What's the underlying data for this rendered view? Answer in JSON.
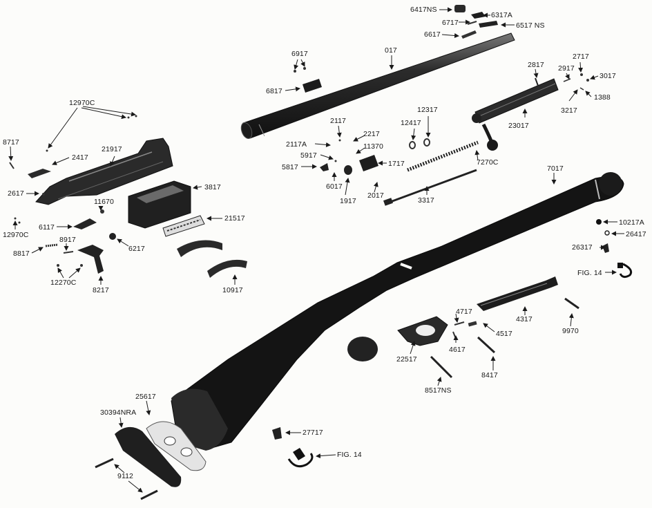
{
  "diagram": {
    "part_labels": {
      "p6417NS": "6417NS",
      "p6317A": "6317A",
      "p6717": "6717",
      "p6517NS": "6517 NS",
      "p6617": "6617",
      "p017": "017",
      "p6917": "6917",
      "p6817": "6817",
      "p2817": "2817",
      "p2717": "2717",
      "p2917": "2917",
      "p3017": "3017",
      "p1388": "1388",
      "p3217": "3217",
      "p23017": "23017",
      "p12970C_top": "12970C",
      "p8717": "8717",
      "p2417": "2417",
      "p21917": "21917",
      "p2617": "2617",
      "p11670": "11670",
      "p3817": "3817",
      "p12970C_left": "12970C",
      "p6117": "6117",
      "p21517": "21517",
      "p8917": "8917",
      "p8817": "8817",
      "p6217": "6217",
      "p12270C": "12270C",
      "p8217": "8217",
      "p10917": "10917",
      "p2117": "2117",
      "p2217": "2217",
      "p12317": "12317",
      "p12417": "12417",
      "p2117A": "2117A",
      "p11370": "11370",
      "p5917": "5917",
      "p5817": "5817",
      "p1717": "1717",
      "p7270C": "7270C",
      "p6017": "6017",
      "p1917": "1917",
      "p2017": "2017",
      "p3317": "3317",
      "p7017": "7017",
      "p10217A": "10217A",
      "p26417": "26417",
      "p26317": "26317",
      "pFIG14_right": "FIG. 14",
      "p4717": "4717",
      "p4317": "4317",
      "p9970": "9970",
      "p4517": "4517",
      "p4617": "4617",
      "p22517": "22517",
      "p8417": "8417",
      "p8517NS": "8517NS",
      "p25617": "25617",
      "p30394NRA": "30394NRA",
      "p27717": "27717",
      "pFIG14_bottom": "FIG. 14",
      "p9112": "9112"
    }
  }
}
